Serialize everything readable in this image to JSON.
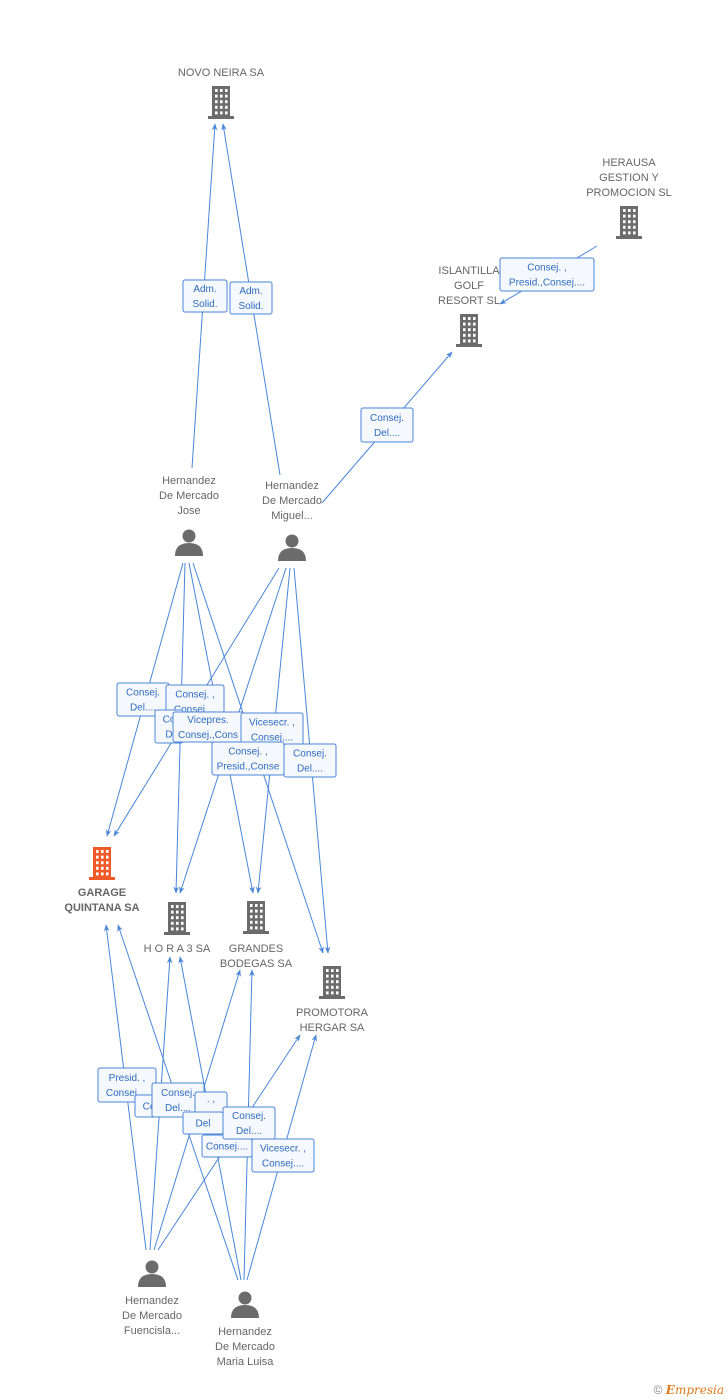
{
  "colors": {
    "edge": "#4a86d8",
    "node": "#6b6b6b",
    "focus": "#f05a28"
  },
  "nodes": [
    {
      "id": "novo",
      "type": "company",
      "lines": [
        "NOVO NEIRA SA"
      ],
      "labelPos": "above"
    },
    {
      "id": "herausa",
      "type": "company",
      "lines": [
        "HERAUSA",
        "GESTION Y",
        "PROMOCION SL"
      ],
      "labelPos": "above"
    },
    {
      "id": "islantilla",
      "type": "company",
      "lines": [
        "ISLANTILLA",
        "GOLF",
        "RESORT SL"
      ],
      "labelPos": "above"
    },
    {
      "id": "jose",
      "type": "person",
      "lines": [
        "Hernandez",
        "De Mercado",
        "Jose"
      ],
      "labelPos": "above"
    },
    {
      "id": "miguel",
      "type": "person",
      "lines": [
        "Hernandez",
        "De Mercado",
        "Miguel..."
      ],
      "labelPos": "above"
    },
    {
      "id": "garage",
      "type": "company",
      "focus": true,
      "lines": [
        "GARAGE",
        "QUINTANA SA"
      ],
      "labelPos": "below"
    },
    {
      "id": "hora3",
      "type": "company",
      "lines": [
        "H O R A 3 SA"
      ],
      "labelPos": "below"
    },
    {
      "id": "grandes",
      "type": "company",
      "lines": [
        "GRANDES",
        "BODEGAS SA"
      ],
      "labelPos": "below"
    },
    {
      "id": "promotora",
      "type": "company",
      "lines": [
        "PROMOTORA",
        "HERGAR SA"
      ],
      "labelPos": "below"
    },
    {
      "id": "fuencisla",
      "type": "person",
      "lines": [
        "Hernandez",
        "De Mercado",
        "Fuencisla..."
      ],
      "labelPos": "below"
    },
    {
      "id": "marialuisa",
      "type": "person",
      "lines": [
        "Hernandez",
        "De Mercado",
        "Maria Luisa"
      ],
      "labelPos": "below"
    }
  ],
  "relations": [
    [
      "Adm.",
      "Solid."
    ],
    [
      "Adm.",
      "Solid."
    ],
    [
      "Consej. ,",
      "Presid.,Consej...."
    ],
    [
      "Consej.",
      "Del...."
    ],
    [
      "Consej.",
      "Del...."
    ],
    [
      "Consej. ,",
      "Consej...."
    ],
    [
      "Co",
      "D"
    ],
    [
      "Vicepres.",
      "Consej.,Cons"
    ],
    [
      "Vicesecr. ,",
      "Consej...."
    ],
    [
      "Consej. ,",
      "Presid.,Conse"
    ],
    [
      "Consej.",
      "Del...."
    ],
    [
      "Presid. ,",
      "Consej...."
    ],
    [
      "Co"
    ],
    [
      "Consej.",
      "Del...."
    ],
    [
      ". ,",
      "..."
    ],
    [
      "Del"
    ],
    [
      "Consej...."
    ],
    [
      "Consej.",
      "Del...."
    ],
    [
      "Vicesecr. ,",
      "Consej...."
    ]
  ],
  "footer": {
    "copyright": "©",
    "brand_initial": "E",
    "brand_rest": "mpresia"
  }
}
